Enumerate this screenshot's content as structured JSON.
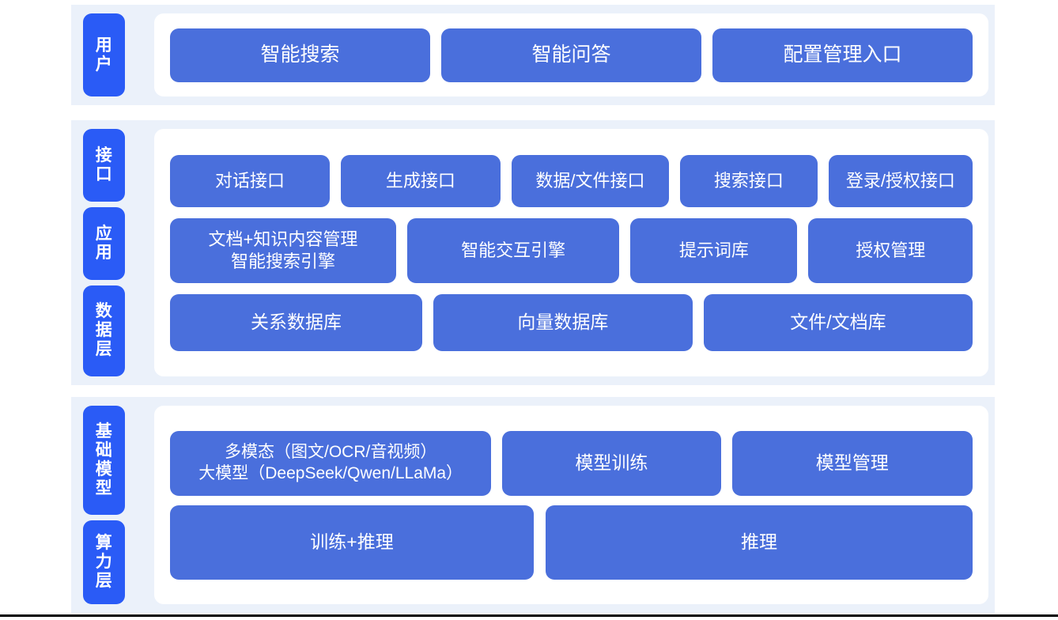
{
  "diagram": {
    "colors": {
      "band": "#ebf1fa",
      "label_chip": "#2a5bf6",
      "box": "#4a6fdc",
      "panel": "#ffffff",
      "page": "#ffffff",
      "rule": "#000000"
    },
    "sections": [
      {
        "id": "user",
        "labels": [
          "用户"
        ],
        "rows": [
          {
            "id": "user-row",
            "boxes": [
              "智能搜索",
              "智能问答",
              "配置管理入口"
            ]
          }
        ]
      },
      {
        "id": "platform",
        "labels": [
          "接口",
          "应用",
          "数据层"
        ],
        "rows": [
          {
            "id": "interface-row",
            "boxes": [
              "对话接口",
              "生成接口",
              "数据/文件接口",
              "搜索接口",
              "登录/授权接口"
            ]
          },
          {
            "id": "application-row",
            "boxes": [
              "文档+知识内容管理\n智能搜索引擎",
              "智能交互引擎",
              "提示词库",
              "授权管理"
            ]
          },
          {
            "id": "data-row",
            "boxes": [
              "关系数据库",
              "向量数据库",
              "文件/文档库"
            ]
          }
        ]
      },
      {
        "id": "foundation",
        "labels": [
          "基础模型",
          "算力层"
        ],
        "rows": [
          {
            "id": "model-row",
            "boxes": [
              "多模态（图文/OCR/音视频）\n大模型（DeepSeek/Qwen/LLaMa）",
              "模型训练",
              "模型管理"
            ]
          },
          {
            "id": "compute-row",
            "boxes": [
              "训练+推理",
              "推理"
            ]
          }
        ]
      }
    ]
  }
}
